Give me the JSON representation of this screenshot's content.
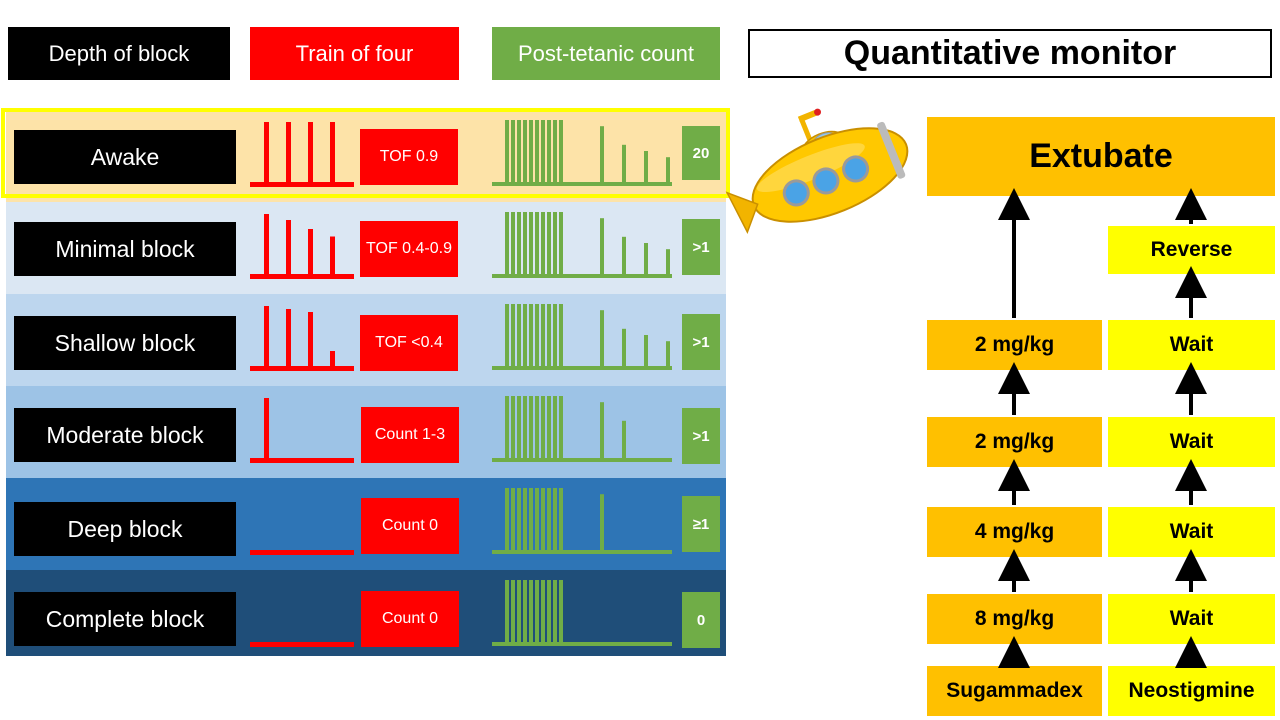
{
  "headers": {
    "depth": "Depth of block",
    "tof": "Train of four",
    "ptc": "Post-tetanic count",
    "monitor": "Quantitative monitor"
  },
  "rows": [
    {
      "label": "Awake",
      "tof": "TOF  0.9",
      "count": "20",
      "tof_bars": [
        4,
        4,
        4,
        4
      ],
      "ptc_bars": [
        10,
        10,
        10,
        10,
        10,
        10,
        10,
        10,
        10,
        10,
        9,
        6,
        5,
        4
      ]
    },
    {
      "label": "Minimal block",
      "tof": "TOF 0.4-0.9",
      "count": ">1",
      "tof_bars": [
        4,
        3.6,
        3,
        2.5
      ],
      "ptc_bars": [
        10,
        10,
        10,
        10,
        10,
        10,
        10,
        10,
        10,
        10,
        9,
        6,
        5,
        4
      ]
    },
    {
      "label": "Shallow block",
      "tof": "TOF <0.4",
      "count": ">1",
      "tof_bars": [
        4,
        3.8,
        3.6,
        1
      ],
      "ptc_bars": [
        10,
        10,
        10,
        10,
        10,
        10,
        10,
        10,
        10,
        10,
        9,
        6,
        5,
        4
      ]
    },
    {
      "label": "Moderate block",
      "tof": "Count 1-3",
      "count": ">1",
      "tof_bars": [
        4,
        0,
        0,
        0
      ],
      "ptc_bars": [
        10,
        10,
        10,
        10,
        10,
        10,
        10,
        10,
        10,
        10,
        9,
        6,
        0,
        0
      ]
    },
    {
      "label": "Deep block",
      "tof": "Count 0",
      "count": "≥1",
      "tof_bars": [
        0,
        0,
        0,
        0
      ],
      "ptc_bars": [
        10,
        10,
        10,
        10,
        10,
        10,
        10,
        10,
        10,
        10,
        9,
        0,
        0,
        0
      ]
    },
    {
      "label": "Complete block",
      "tof": "Count 0",
      "count": "0",
      "tof_bars": [
        0,
        0,
        0,
        0
      ],
      "ptc_bars": [
        10,
        10,
        10,
        10,
        10,
        10,
        10,
        10,
        10,
        10,
        0,
        0,
        0,
        0
      ]
    }
  ],
  "band_colors": [
    "#fde3a8",
    "#dbe7f3",
    "#bdd6ee",
    "#9dc3e6",
    "#2e75b6",
    "#1f4e79"
  ],
  "colors": {
    "tof": "#ff0000",
    "ptc": "#70ad47",
    "highlight": "#ffff00",
    "sugammadex": "#ffc000",
    "neostigmine": "#ffff00"
  },
  "flow": {
    "extubate": "Extubate",
    "reverse": "Reverse",
    "sugammadex_doses": [
      "2 mg/kg",
      "2 mg/kg",
      "4 mg/kg",
      "8 mg/kg"
    ],
    "neostigmine_steps": [
      "Wait",
      "Wait",
      "Wait",
      "Wait"
    ],
    "sugammadex": "Sugammadex",
    "neostigmine": "Neostigmine"
  },
  "icons": {
    "mascot": "yellow-submarine-icon"
  }
}
